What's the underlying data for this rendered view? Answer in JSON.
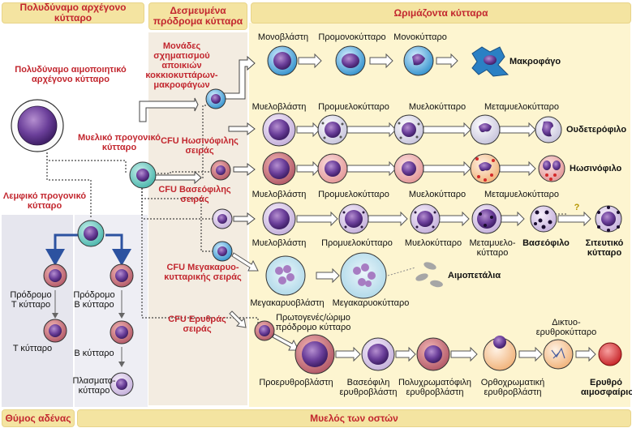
{
  "headers": {
    "stem": "Πολυδύναμο αρχέγονο κύτταρο",
    "committed": "Δεσμευμένα\nπρόδρομα κύτταρα",
    "mature": "Ωριμάζοντα κύτταρα",
    "thymus": "Θύμος αδένας",
    "marrow": "Μυελός των οστών"
  },
  "red_labels": {
    "hsc": "Πολυδύναμο αιμοποιητικό\nαρχέγονο κύτταρο",
    "myeloid": "Μυελικό προγονικό\nκύτταρο",
    "lymphoid": "Λεμφικό προγονικό\nκύτταρο",
    "mono_unit": "Μονάδες σχηματισμού\nαποικιών\nκοκκιοκυττάρων-\nμακροφάγων",
    "cfu_eos": "CFU Ηωσινόφιλης\nσειράς",
    "cfu_baso": "CFU Βασεόφιλης\nσειράς",
    "cfu_mega": "CFU Μεγακαρυο-\nκυτταρικής σειράς",
    "cfu_ery": "CFU Ερυθράς\nσειράς"
  },
  "rows": {
    "mono": [
      "Μονοβλάστη",
      "Προμονοκύτταρο",
      "Μονοκύτταρο"
    ],
    "neutro": [
      "Μυελοβλάστη",
      "Προμυελοκύτταρο",
      "Μυελοκύτταρο",
      "Μεταμυελοκύτταρο"
    ],
    "eos": [
      "Μυελοβλάστη",
      "Προμυελοκύτταρο",
      "Μυελοκύτταρο",
      "Μεταμυελοκύτταρο"
    ],
    "baso": [
      "Μυελοβλάστη",
      "Προμυελοκύτταρο",
      "Μυελοκύτταρο",
      "Μεταμυελο-\nκύτταρο"
    ],
    "mega": [
      "Μεγακαρυοβλάστη",
      "Μεγακαρυοκύτταρο"
    ],
    "ery": [
      "Προερυθροβλάστη",
      "Βασεόφιλη\nερυθροβλάστη",
      "Πολυχρωματόφιλη\nερυθροβλάστη",
      "Ορθοχρωματική\nερυθροβλάστη"
    ],
    "ery_top": [
      "Πρωτογενές/ώριμο\nπρόδρομο κύτταρο",
      "Δικτυο-\nερυθροκύτταρο"
    ],
    "lymph": [
      "Πρόδρομο\nΤ κύτταρο",
      "Πρόδρομο\nΒ κύτταρο",
      "Τ κύτταρο",
      "Β κύτταρο",
      "Πλασματο-\nκύτταρο"
    ]
  },
  "final_cells": {
    "macrophage": "Μακροφάγο",
    "neutrophil": "Ουδετερόφιλο",
    "eosinophil": "Ηωσινόφιλο",
    "basophil": "Βασεόφιλο",
    "mast": "Σιτευτικό\nκύτταρο",
    "platelets": "Αιμοπετάλια",
    "erythrocyte": "Ερυθρό\nαιμοσφαίριο",
    "question": "?"
  },
  "colors": {
    "header_bg": "#f4e4a1",
    "red_text": "#c2262e",
    "mature_bg": "#fdf5d0",
    "committed_bg": "#f3ece1",
    "lymph_bg": "#e8e8f0",
    "arrow_blue": "#2c52a0"
  }
}
